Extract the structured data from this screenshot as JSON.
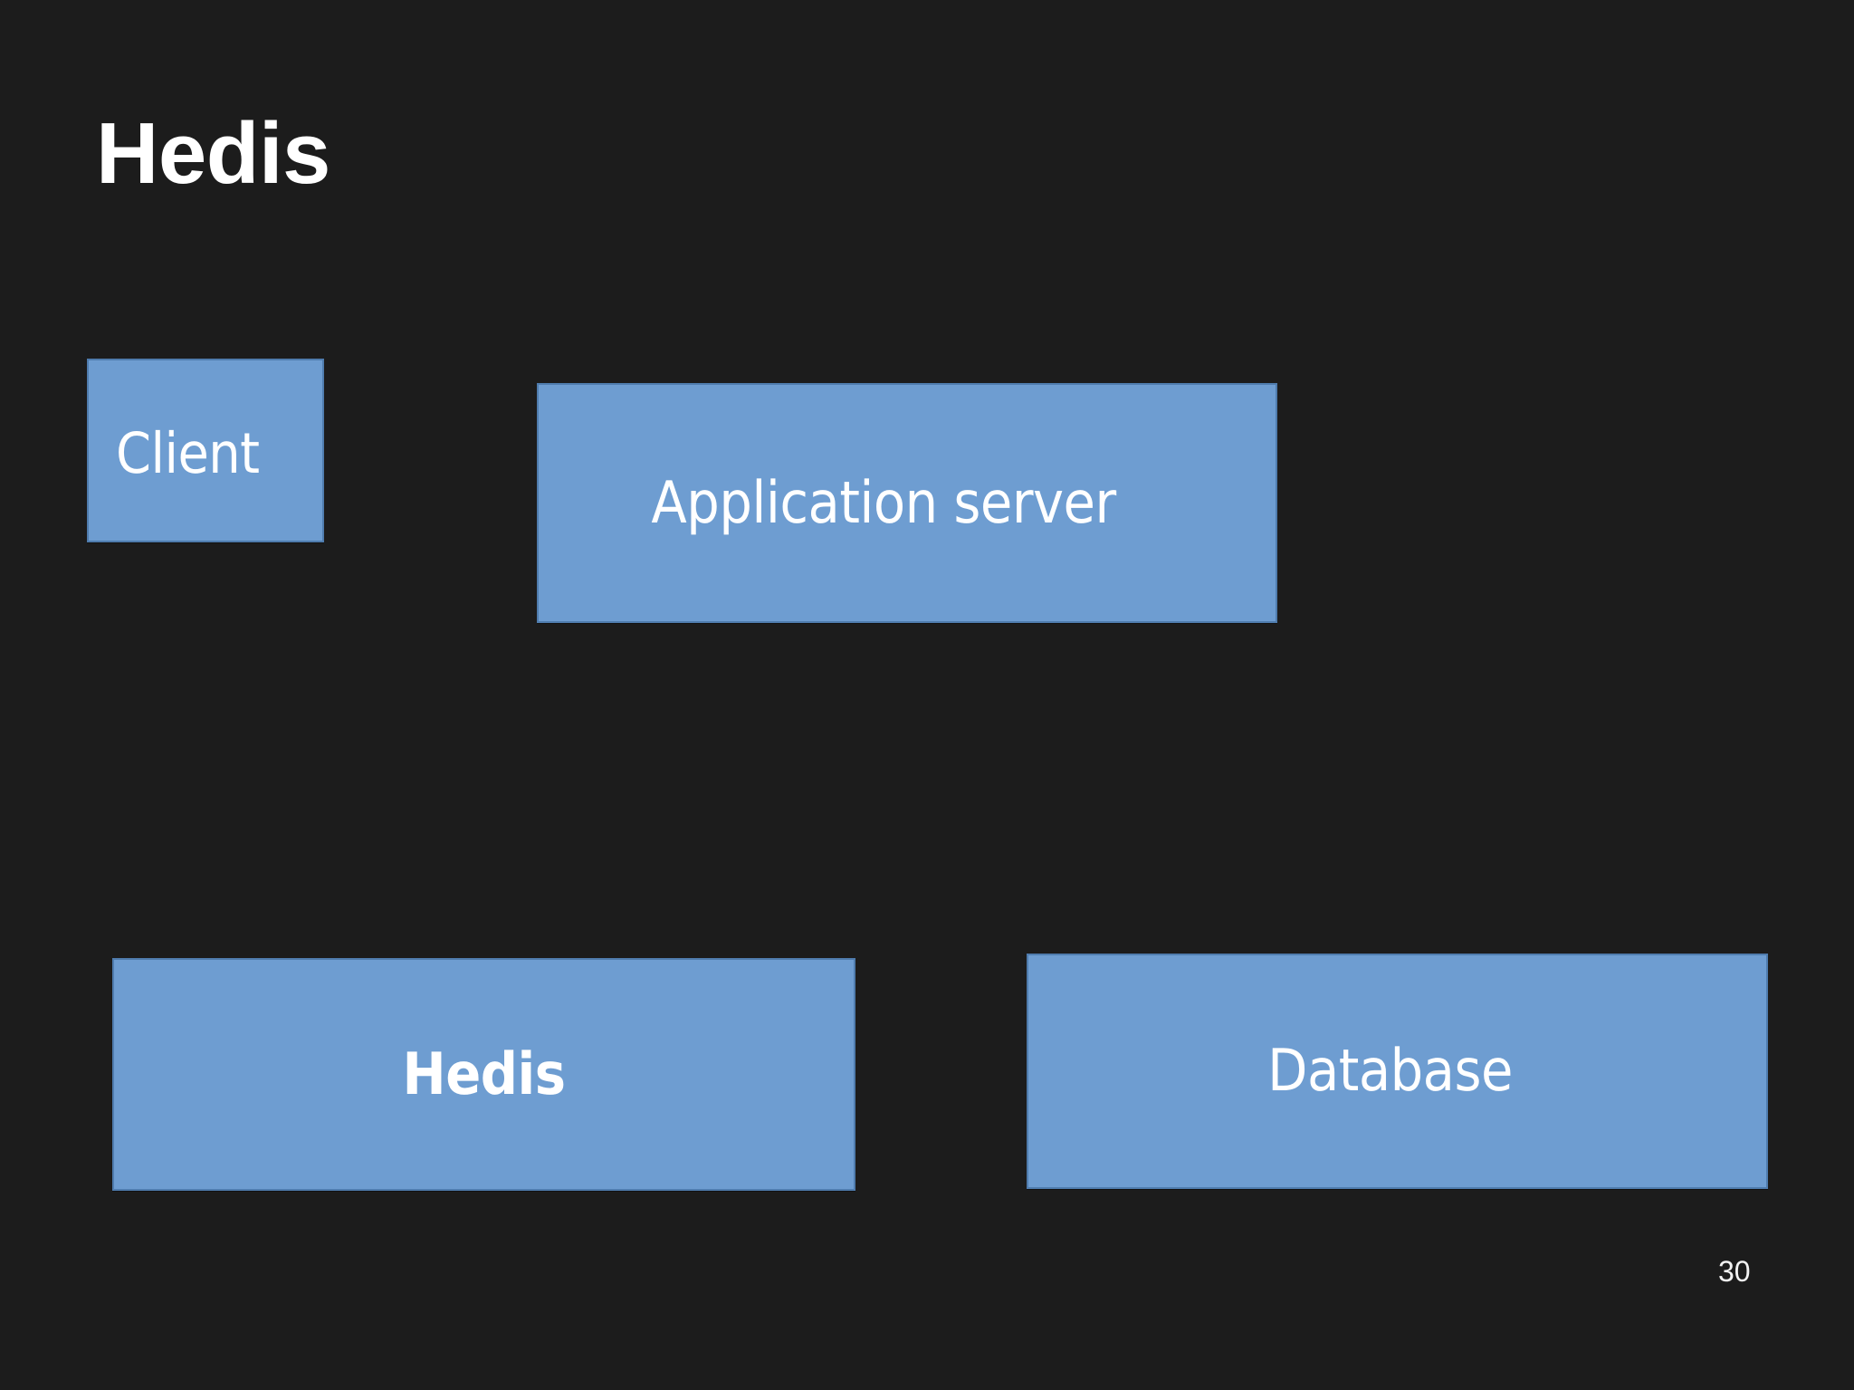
{
  "slide": {
    "title": "Hedis",
    "page_number": "30",
    "background_color": "#1c1c1c",
    "title_color": "#ffffff",
    "box_fill_color": "#6e9dd1",
    "box_border_color": "#4f7cae",
    "box_text_color": "#ffffff"
  },
  "diagram": {
    "boxes": [
      {
        "id": "client",
        "label": "Client"
      },
      {
        "id": "appserver",
        "label": "Application server"
      },
      {
        "id": "hedis",
        "label": "Hedis"
      },
      {
        "id": "database",
        "label": "Database"
      }
    ]
  }
}
